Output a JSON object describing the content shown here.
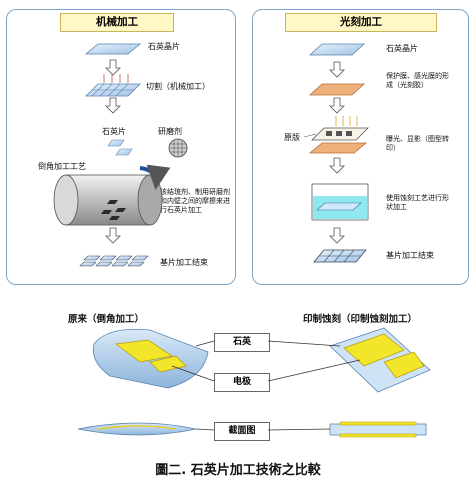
{
  "left_panel": {
    "title": "机械加工",
    "steps": {
      "quartz_wafer": "石英晶片",
      "cutting": "切割（机械加工）",
      "quartz_piece": "石英片",
      "abrasive": "研磨剂",
      "beveling": "倒角加工工艺",
      "description": "该结琉剂、制用研磨剂和内壁之间的摩擦来进行石英片加工",
      "finish": "基片加工结束"
    }
  },
  "right_panel": {
    "title": "光刻加工",
    "steps": {
      "quartz_wafer": "石英晶片",
      "resist": "保护膜、感光膜的形成（光刻胶）",
      "mask": "原版",
      "exposure": "曝光、显影（图型转印）",
      "etching": "使用蚀刻工艺进行形状加工",
      "finish": "基片加工结束"
    }
  },
  "bottom": {
    "left_label": "原来（倒角加工）",
    "right_label": "印制蚀刻（印制蚀刻加工）",
    "callout_quartz": "石英",
    "callout_electrode": "电极",
    "callout_section": "截面图"
  },
  "caption": "圖二. 石英片加工技術之比較",
  "colors": {
    "panel_border": "#7fa6c8",
    "title_fill": "#fff7c4",
    "quartz_blue": "#9fc2e7",
    "electrode_yellow": "#f2e52a",
    "resist_orange": "#f0b07c",
    "etch_cyan": "#8fe8ef"
  }
}
